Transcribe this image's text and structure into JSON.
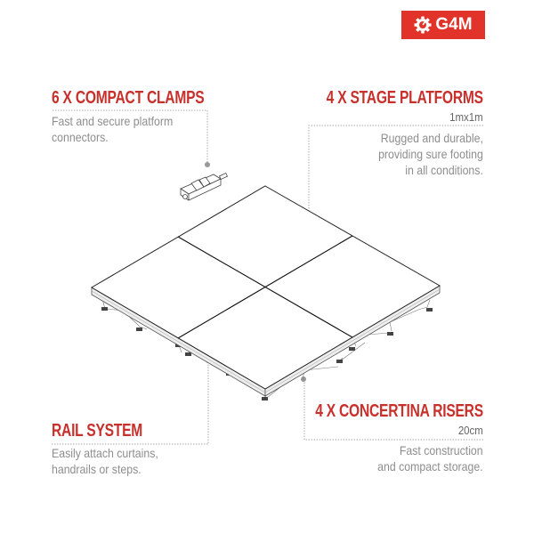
{
  "brand": {
    "logo_text": "G4M",
    "logo_icon": "gear-icon",
    "accent_color": "#e2332b",
    "heading_color": "#c8302c",
    "text_color": "#8e8e8e"
  },
  "callouts": {
    "clamps": {
      "heading": "6 X COMPACT CLAMPS",
      "description": "Fast and secure platform\nconnectors."
    },
    "platforms": {
      "heading": "4 X STAGE PLATFORMS",
      "size": "1mx1m",
      "description": "Rugged and durable,\nproviding sure footing\nin all conditions."
    },
    "rail": {
      "heading": "RAIL SYSTEM",
      "description": "Easily attach curtains,\nhandrails or steps."
    },
    "risers": {
      "heading": "4 X CONCERTINA RISERS",
      "size": "20cm",
      "description": "Fast construction\nand compact storage."
    }
  },
  "illustration": {
    "subject": "2x2 stage platform kit on concertina risers",
    "platform_grid": "2x2"
  }
}
